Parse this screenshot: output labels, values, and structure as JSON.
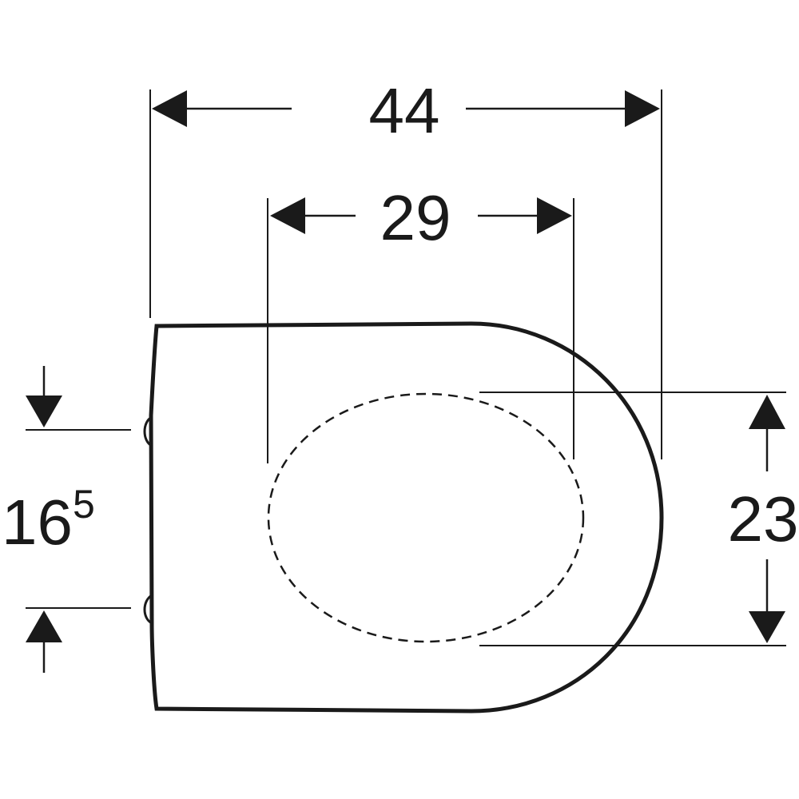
{
  "diagram": {
    "type": "technical-drawing",
    "subject": "toilet seat top view",
    "colors": {
      "line": "#1a1a1a",
      "background": "#ffffff"
    },
    "dimensions": {
      "overall_length": {
        "value": "44"
      },
      "inner_opening_length": {
        "value": "29"
      },
      "inner_opening_width": {
        "value": "23"
      },
      "hinge_spacing": {
        "value": "16",
        "superscript": "5"
      }
    }
  }
}
